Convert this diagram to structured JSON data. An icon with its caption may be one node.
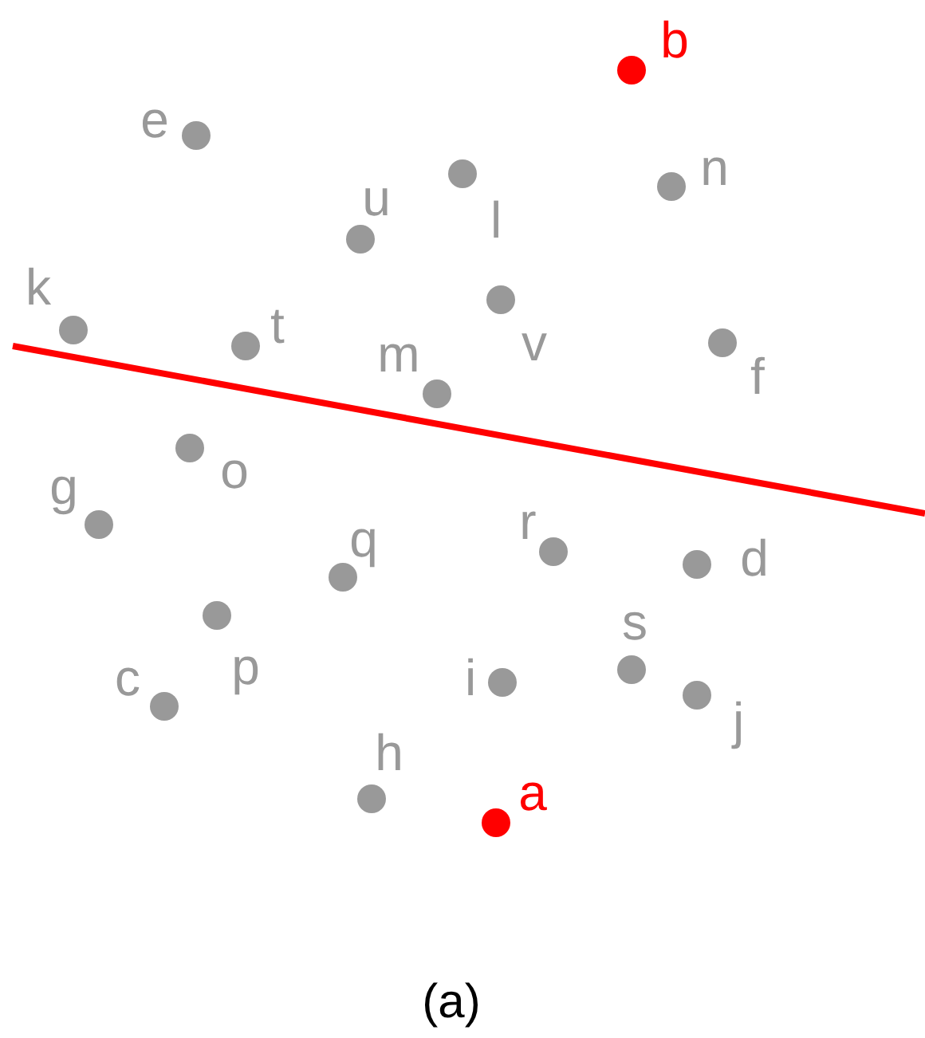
{
  "diagram": {
    "caption": "(a)",
    "labels": [
      "b",
      "e",
      "n",
      "u",
      "l",
      "k",
      "t",
      "v",
      "m",
      "f",
      "o",
      "g",
      "r",
      "q",
      "d",
      "s",
      "p",
      "c",
      "i",
      "j",
      "h",
      "a"
    ]
  }
}
